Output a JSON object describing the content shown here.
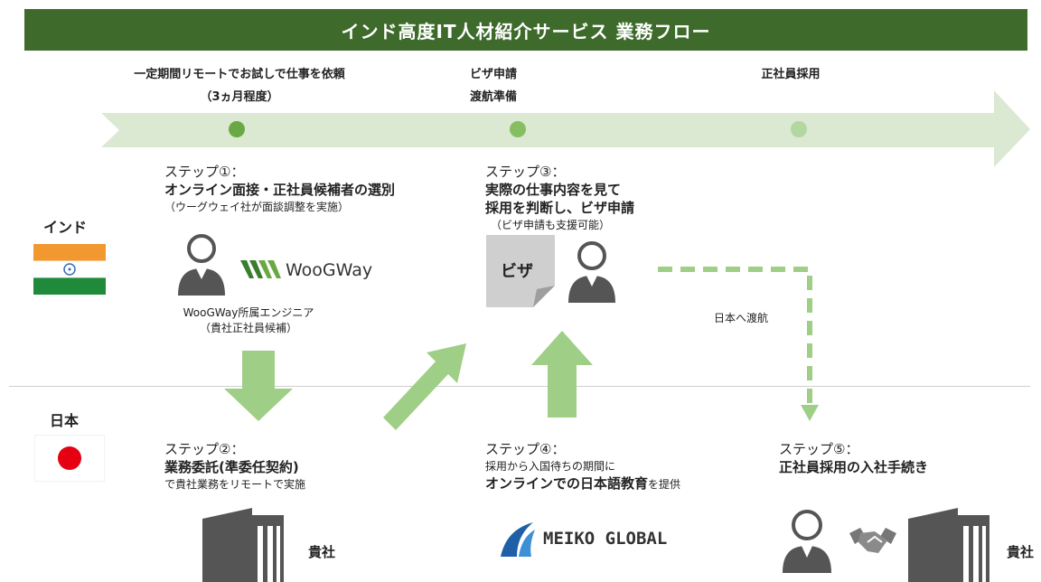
{
  "title": "インド高度IT人材紹介サービス 業務フロー",
  "phases": [
    {
      "line1": "一定期間リモートでお試しで仕事を依頼",
      "line2": "（3ヵ月程度）"
    },
    {
      "line1": "ビザ申請",
      "line2": "渡航準備"
    },
    {
      "line1": "正社員採用",
      "line2": ""
    }
  ],
  "countries": {
    "india": "インド",
    "japan": "日本"
  },
  "steps": {
    "s1": {
      "heading": "ステップ①：",
      "bold": "オンライン面接・正社員候補者の選別",
      "sub": "（ウーグウェイ社が面談調整を実施）"
    },
    "s2": {
      "heading": "ステップ②：",
      "bold": "業務委託(準委任契約)",
      "sub": "で貴社業務をリモートで実施"
    },
    "s3": {
      "heading": "ステップ③：",
      "bold1": "実際の仕事内容を見て",
      "bold2": "採用を判断し、ビザ申請",
      "sub": "（ビザ申請も支援可能）"
    },
    "s4": {
      "heading": "ステップ④：",
      "line1": "採用から入国待ちの期間に",
      "bold": "オンラインでの日本語教育",
      "suffix": "を提供"
    },
    "s5": {
      "heading": "ステップ⑤：",
      "bold": "正社員採用の入社手続き"
    }
  },
  "woogway": {
    "logo_text": "WooGWay",
    "caption1": "WooGWay所属エンジニア",
    "caption2": "（貴社正社員候補）"
  },
  "visa_doc": "ビザ",
  "travel_label": "日本へ渡航",
  "client_label_1": "貴社",
  "client_label_2": "貴社",
  "meiko": "MEIKO GLOBAL",
  "colors": {
    "title_bg": "#3e6b2c",
    "arrow_green": "#9fcf86",
    "band": "#dbe8d2",
    "icon_gray": "#555555"
  }
}
